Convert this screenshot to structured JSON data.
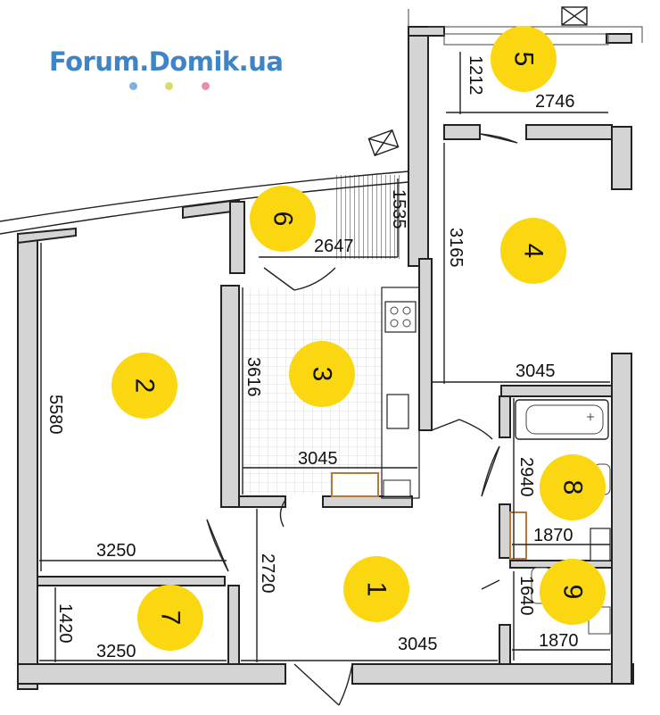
{
  "logo": {
    "text": "Forum.Domik.ua",
    "color": "#3f84c6",
    "dot_colors": [
      "#7fb0e0",
      "#d7dc6a",
      "#e58fb0"
    ]
  },
  "colors": {
    "room_marker": "#fbd711",
    "wall_fill": "#d4d4d4",
    "tile_grid": "#dcdcdc"
  },
  "rooms": [
    {
      "number": "1"
    },
    {
      "number": "2"
    },
    {
      "number": "3"
    },
    {
      "number": "4"
    },
    {
      "number": "5"
    },
    {
      "number": "6"
    },
    {
      "number": "7"
    },
    {
      "number": "8"
    },
    {
      "number": "9"
    }
  ],
  "dimensions": {
    "room5_width": "2746",
    "room5_depth": "1212",
    "room6_width": "2647",
    "room6_depth": "1535",
    "room4_depth": "3165",
    "room4_width": "3045",
    "room3_depth": "3616",
    "room3_width": "3045",
    "room2_depth": "5580",
    "room2_width": "3250",
    "room7_depth": "1420",
    "room7_width": "3250",
    "room1_depth": "2720",
    "room1_width": "3045",
    "room8_depth": "2940",
    "room8_width": "1870",
    "room9_depth": "1640",
    "room9_width": "1870"
  }
}
